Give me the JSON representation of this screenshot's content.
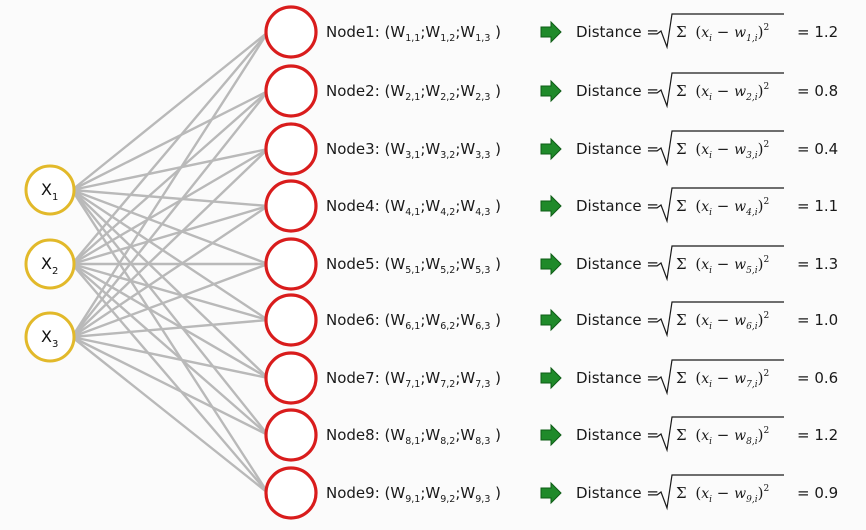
{
  "colors": {
    "input_stroke": "#e2b92a",
    "node_stroke": "#d91c1c",
    "edge": "#b9b9b9",
    "arrow": "#1f8a2a",
    "arrow_stroke": "#0e5c16"
  },
  "inputs": [
    {
      "base": "X",
      "sub": "1"
    },
    {
      "base": "X",
      "sub": "2"
    },
    {
      "base": "X",
      "sub": "3"
    }
  ],
  "equals_text": "=",
  "nodes": [
    {
      "name": "Node1",
      "index": "1",
      "value": "1.2"
    },
    {
      "name": "Node2",
      "index": "2",
      "value": "0.8"
    },
    {
      "name": "Node3",
      "index": "3",
      "value": "0.4"
    },
    {
      "name": "Node4",
      "index": "4",
      "value": "1.1"
    },
    {
      "name": "Node5",
      "index": "5",
      "value": "1.3"
    },
    {
      "name": "Node6",
      "index": "6",
      "value": "1.0"
    },
    {
      "name": "Node7",
      "index": "7",
      "value": "0.6"
    },
    {
      "name": "Node8",
      "index": "8",
      "value": "1.2"
    },
    {
      "name": "Node9",
      "index": "9",
      "value": "0.9"
    }
  ],
  "weight_symbol": "W",
  "weight_cols": [
    "1",
    "2",
    "3"
  ],
  "distance_label": "Distance",
  "sigma": "Σ",
  "x_var": "x",
  "w_var": "w",
  "i_sub": "i",
  "minus": "−",
  "square": "2",
  "arrow_icon": "right-arrow-icon"
}
